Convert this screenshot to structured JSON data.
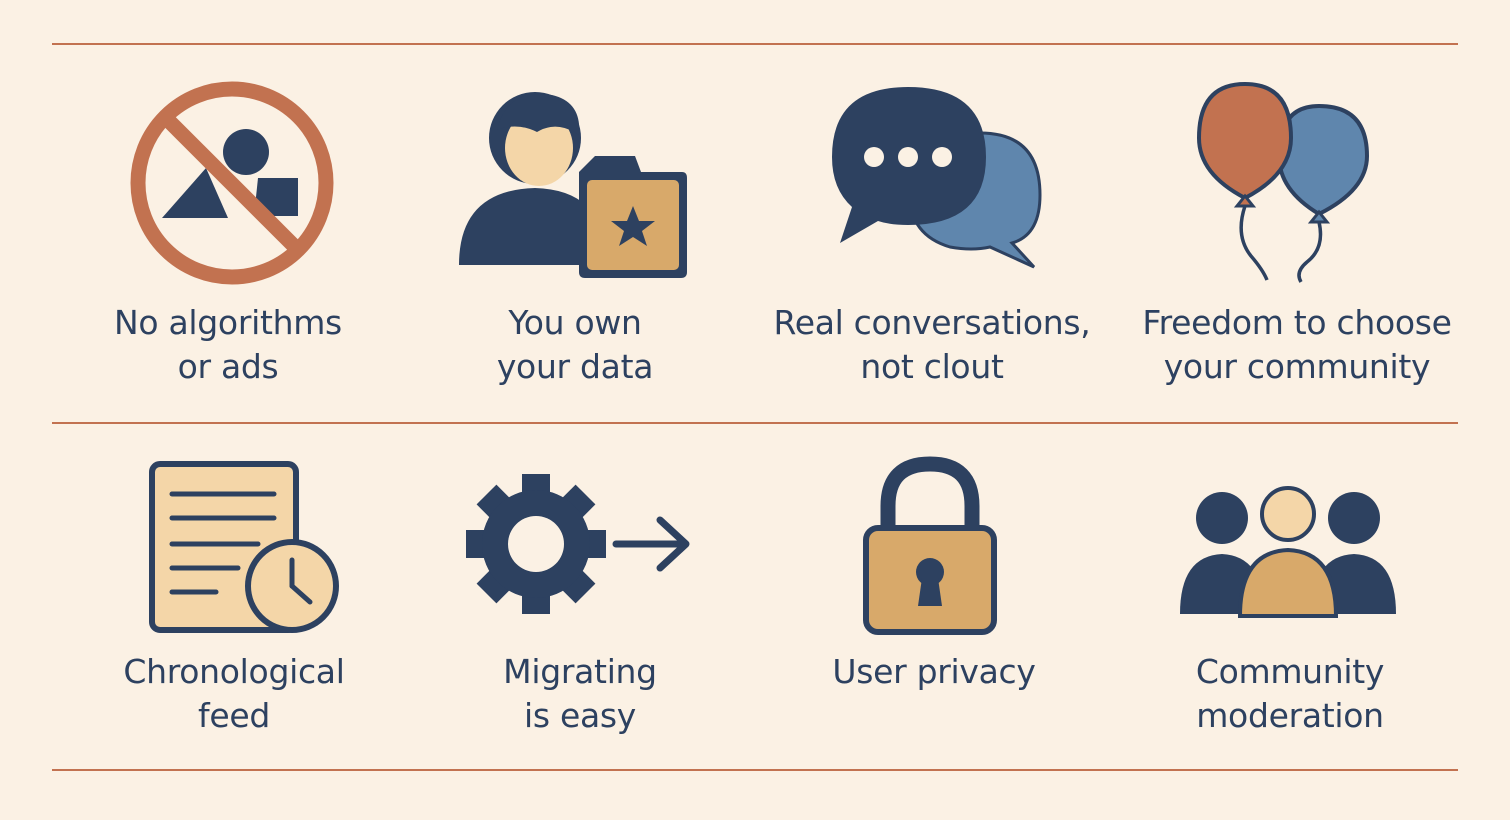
{
  "colors": {
    "background": "#fbf1e4",
    "navy": "#2d4160",
    "copper": "#c27250",
    "tan": "#d8a96a",
    "cream": "#f4d6a8",
    "steel_blue": "#5f86ad"
  },
  "features": [
    {
      "icon": "no-ads-icon",
      "line1": "No algorithms",
      "line2": "or ads"
    },
    {
      "icon": "user-data-folder-icon",
      "line1": "You own",
      "line2": "your data"
    },
    {
      "icon": "chat-bubbles-icon",
      "line1": "Real conversations,",
      "line2": "not clout"
    },
    {
      "icon": "balloons-icon",
      "line1": "Freedom to choose",
      "line2": "your community"
    },
    {
      "icon": "document-clock-icon",
      "line1": "Chronological",
      "line2": "feed"
    },
    {
      "icon": "gear-arrow-icon",
      "line1": "Migrating",
      "line2": "is easy"
    },
    {
      "icon": "padlock-icon",
      "line1": "User privacy",
      "line2": ""
    },
    {
      "icon": "people-group-icon",
      "line1": "Community",
      "line2": "moderation"
    }
  ]
}
